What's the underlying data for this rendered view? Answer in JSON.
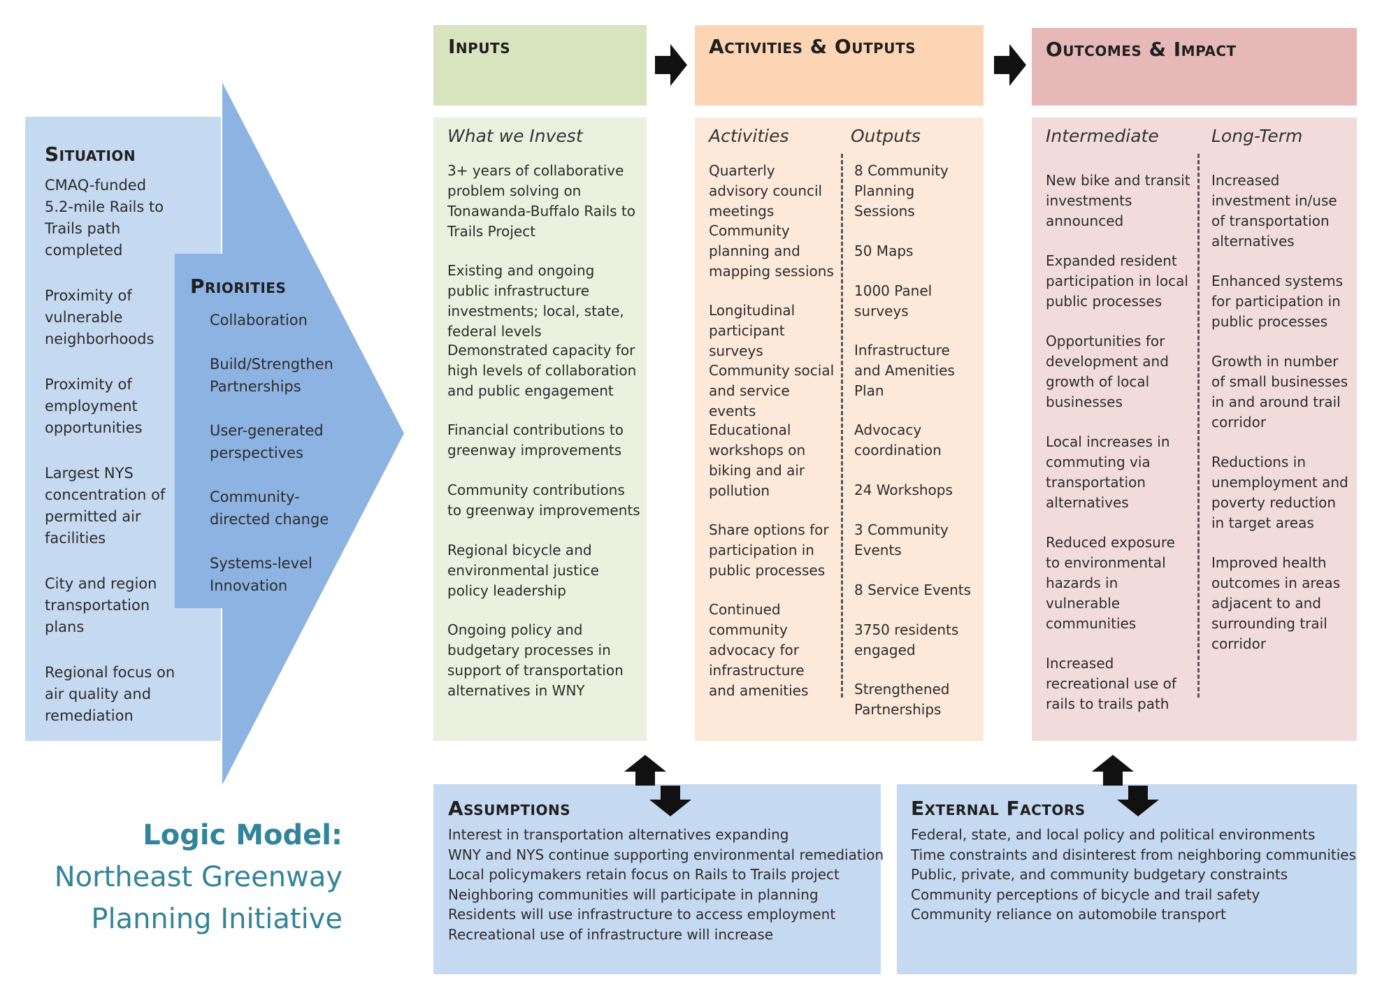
{
  "situation": {
    "title": "Situation",
    "items": [
      "CMAQ-funded 5.2-mile Rails to Trails path completed",
      "Proximity of vulnerable neighborhoods",
      "Proximity of employment opportunities",
      "Largest NYS concentration of permitted air facilities",
      "City and region transportation plans",
      "Regional focus on air quality and remediation"
    ]
  },
  "priorities": {
    "title": "Priorities",
    "items": [
      "Collaboration",
      "Build/Strengthen Partnerships",
      "User-generated perspectives",
      "Community-directed change",
      "Systems-level Innovation"
    ]
  },
  "inputs": {
    "title": "Inputs",
    "subhead": "What we Invest",
    "items": [
      "3+ years of collaborative problem solving on Tonawanda-Buffalo Rails to Trails Project",
      "Existing and ongoing public infrastructure investments; local, state, federal levels",
      "Demonstrated capacity for high levels of collaboration and public engagement",
      "Financial contributions to greenway improvements",
      "Community contributions to greenway improvements",
      "Regional bicycle  and environmental justice policy leadership",
      "Ongoing policy and budgetary processes in support of transportation alternatives in WNY"
    ]
  },
  "activities_outputs": {
    "title": "Activities & Outputs",
    "activities_subhead": "Activities",
    "outputs_subhead": "Outputs",
    "activities": [
      "Quarterly advisory council meetings",
      "Community planning and mapping sessions",
      "Longitudinal participant surveys",
      "Community social and service events",
      "Educational workshops on biking and air pollution",
      "Share options for participation in public processes",
      "Continued community advocacy for infrastructure and amenities"
    ],
    "outputs": [
      "8 Community Planning Sessions",
      "50 Maps",
      "1000 Panel surveys",
      "Infrastructure and Amenities Plan",
      "Advocacy coordination",
      "24 Workshops",
      "3 Community Events",
      "8 Service Events",
      "3750 residents engaged",
      "Strengthened Partnerships"
    ]
  },
  "outcomes": {
    "title": "Outcomes & Impact",
    "intermediate_subhead": "Intermediate",
    "longterm_subhead": "Long-Term",
    "intermediate": [
      "New bike and transit investments announced",
      "Expanded resident participation in local public processes",
      "Opportunities for development and growth of local businesses",
      "Local increases in commuting via transportation alternatives",
      "Reduced exposure to environmental hazards in vulnerable communities",
      "Increased recreational use of rails to trails path"
    ],
    "longterm": [
      "Increased investment in/use of transportation alternatives",
      "Enhanced systems for participation in public processes",
      "Growth in number of small businesses in and around trail corridor",
      "Reductions in unemployment and poverty reduction in target areas",
      "Improved health outcomes in areas adjacent to and surrounding trail corridor"
    ]
  },
  "assumptions": {
    "title": "Assumptions",
    "items": [
      "Interest in transportation alternatives expanding",
      "WNY and NYS continue supporting environmental remediation",
      "Local policymakers retain focus on Rails to Trails project",
      "Neighboring communities will participate in planning",
      "Residents will use infrastructure to access employment",
      "Recreational use of infrastructure will increase"
    ]
  },
  "external_factors": {
    "title": "External Factors",
    "items": [
      "Federal, state, and local policy and political environments",
      "Time constraints and disinterest from neighboring communities",
      "Public, private, and community budgetary constraints",
      "Community perceptions of bicycle and trail safety",
      "Community reliance on automobile transport"
    ]
  },
  "caption": {
    "line1": "Logic Model:",
    "line2": "Northeast Greenway",
    "line3": "Planning Initiative"
  },
  "colors": {
    "situation_bg": "#c5d9f1",
    "priorities_arrow": "#8db3e2",
    "inputs_header": "#d7e4bd",
    "inputs_body": "#ebf1de",
    "activities_header": "#fcd5b4",
    "activities_body": "#fde9d9",
    "outcomes_header": "#e6b9b8",
    "outcomes_body": "#f2dcdb",
    "bottom_boxes": "#c5d9f1",
    "caption": "#31849b"
  }
}
